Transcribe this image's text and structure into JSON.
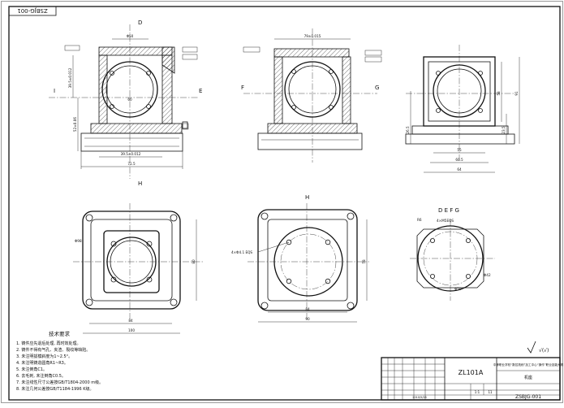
{
  "drawing": {
    "number_rotated": "ZSBJG-001",
    "title_block": {
      "code": "ZL101A",
      "drawing_number": "ZSBJG-001",
      "part_name": "机座",
      "project_title": "中等职业学校“数控铣削”加工中心“操作”职业技能大赛",
      "scale": "1:1",
      "date": "2010/5/28",
      "sheets": "11"
    },
    "roughness_general": "√(√)"
  },
  "technical_requirements": {
    "heading": "技术要求",
    "items": [
      "1. 铸件应先退后处理, 再时效处理。",
      "2. 铸件不得有气孔、夹渣、裂纹等缺陷。",
      "3. 未注明拔模斜度为1~2.5°。",
      "4. 未注明铸造圆角R1~R3。",
      "5. 未注倒角C1。",
      "6. 去毛刺, 未注倒角C0.5。",
      "7. 未注线性尺寸公差按GB/T1804-2000 m级。",
      "8. 未注几何公差按GB/T1184-1996 K级。"
    ]
  },
  "views": {
    "labels": {
      "D": "D",
      "E": "E",
      "F": "F",
      "G": "G",
      "H": "H",
      "I": "I",
      "section_defg": "D E F G",
      "section_h": "H"
    },
    "dims": {
      "front_bottom_1": "39.5±0.012",
      "front_total": "71.5",
      "front_height_a": "39.5±0.012",
      "front_height_b": "52±0.06",
      "front_bore": "60",
      "front_top_bore": "Φ50",
      "side_top": "79±0.015",
      "right_55": "55",
      "right_60": "60.5",
      "right_64": "64",
      "right_h1": "91",
      "right_h2": "58",
      "right_h3": "26.5",
      "right_h4": "23.5",
      "plan_84": "84",
      "plan_100": "100",
      "plan_h": "80",
      "plan_phi": "Φ98",
      "plan2_90": "90",
      "plan2_84": "84",
      "plan2_h": "58",
      "plan2_holes": "4×Φ4.1 EQS",
      "detail_holes": "4×M5EQS",
      "detail_r6": "R6",
      "detail_phi42": "Φ42",
      "detail_phi59": "Φ59"
    }
  }
}
